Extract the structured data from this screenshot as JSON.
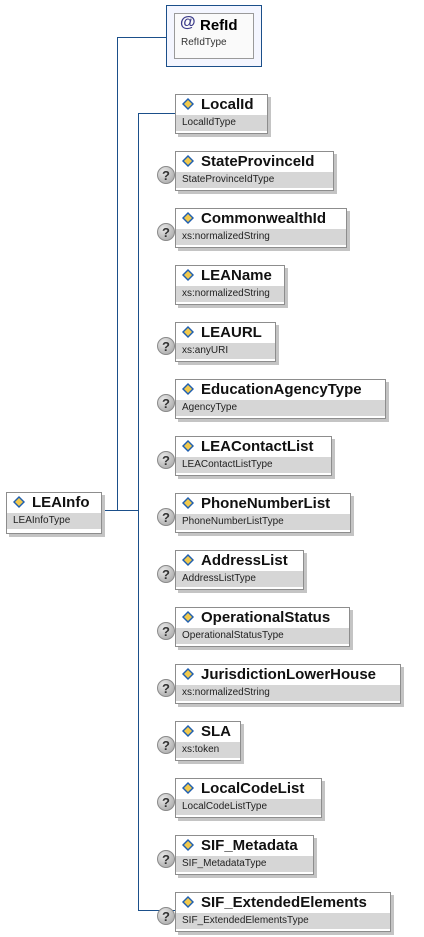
{
  "root": {
    "name": "LEAInfo",
    "type": "LEAInfoType"
  },
  "attribute": {
    "name": "RefId",
    "type": "RefIdType",
    "icon": "attribute-at-icon"
  },
  "optional_marker": "?",
  "elements": [
    {
      "name": "LocalId",
      "type": "LocalIdType",
      "optional": false
    },
    {
      "name": "StateProvinceId",
      "type": "StateProvinceIdType",
      "optional": true
    },
    {
      "name": "CommonwealthId",
      "type": "xs:normalizedString",
      "optional": true
    },
    {
      "name": "LEAName",
      "type": "xs:normalizedString",
      "optional": false
    },
    {
      "name": "LEAURL",
      "type": "xs:anyURI",
      "optional": true
    },
    {
      "name": "EducationAgencyType",
      "type": "AgencyType",
      "optional": true
    },
    {
      "name": "LEAContactList",
      "type": "LEAContactListType",
      "optional": true
    },
    {
      "name": "PhoneNumberList",
      "type": "PhoneNumberListType",
      "optional": true
    },
    {
      "name": "AddressList",
      "type": "AddressListType",
      "optional": true
    },
    {
      "name": "OperationalStatus",
      "type": "OperationalStatusType",
      "optional": true
    },
    {
      "name": "JurisdictionLowerHouse",
      "type": "xs:normalizedString",
      "optional": true
    },
    {
      "name": "SLA",
      "type": "xs:token",
      "optional": true
    },
    {
      "name": "LocalCodeList",
      "type": "LocalCodeListType",
      "optional": true
    },
    {
      "name": "SIF_Metadata",
      "type": "SIF_MetadataType",
      "optional": true
    },
    {
      "name": "SIF_ExtendedElements",
      "type": "SIF_ExtendedElementsType",
      "optional": true
    }
  ],
  "colors": {
    "connector": "#1b4f8a",
    "type_band": "#d6d6d6",
    "element_icon": "#1f5fb0"
  }
}
